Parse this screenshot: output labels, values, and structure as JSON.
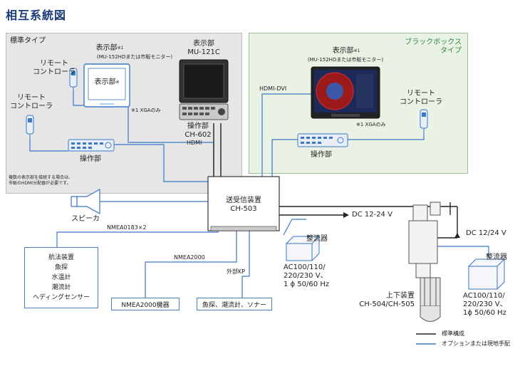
{
  "title": "相互系統図",
  "standard": {
    "label": "標準タイプ",
    "display_label": "表示部",
    "display_sup": "※1",
    "display_model": "(MU-152HDまたは市販モニター)",
    "display_screen": "表示部",
    "display_screen_sup": "※",
    "xga_note": "※1 XGAのみ",
    "remote1": [
      "リモート",
      "コントローラ"
    ],
    "remote2": [
      "リモート",
      "コントローラ"
    ],
    "unit_label": "表示部",
    "unit_model": "MU-121C",
    "control_label": "操作部",
    "control_model": "CH-602",
    "hdmi": "HDMI",
    "control_unit_label": "操作部",
    "note": [
      "複数の表示部を接続する場合は、",
      "市販のHDMI分配器が必要です。"
    ]
  },
  "blackbox": {
    "label": [
      "ブラックボックス",
      "タイプ"
    ],
    "display_label": "表示部",
    "display_sup": "※1",
    "display_model": "(MU-152HDまたは市販モニター)",
    "hdmi_dvi": "HDMI-DVI",
    "xga_note": "※1 XGAのみ",
    "remote": [
      "リモート",
      "コントローラ"
    ],
    "control_unit_label": "操作部"
  },
  "transceiver": {
    "name": "送受信装置",
    "model": "CH-503"
  },
  "speaker": "スピーカ",
  "nmea0183": "NMEA0183×2",
  "nav_box": [
    "航法装置",
    "魚探",
    "水温計",
    "潮流計",
    "ヘディングセンサー"
  ],
  "nmea2000_label": "NMEA2000",
  "nmea2000_box": "NMEA2000機器",
  "external_kp": "外部KP",
  "sensors_box": "魚探、潮流計、ソナー",
  "dc1": "DC 12-24 V",
  "rectifier1": "整流器",
  "ac1": [
    "AC100/110/",
    "220/230 V、",
    "1 ϕ 50/60 Hz"
  ],
  "dc2": "DC 12/24 V",
  "rectifier2": "整流器",
  "ac2": [
    "AC100/110/",
    "220/230 V、",
    "1ϕ 50/60 Hz"
  ],
  "hoist": [
    "上下装置",
    "CH-504/CH-505"
  ],
  "legend": {
    "standard": "標準構成",
    "option": "オプションまたは現地手配"
  },
  "colors": {
    "standard_line": "#222222",
    "option_line": "#3a78c8",
    "title": "#1a3a78",
    "blackbox_label": "#2f8a3a"
  }
}
